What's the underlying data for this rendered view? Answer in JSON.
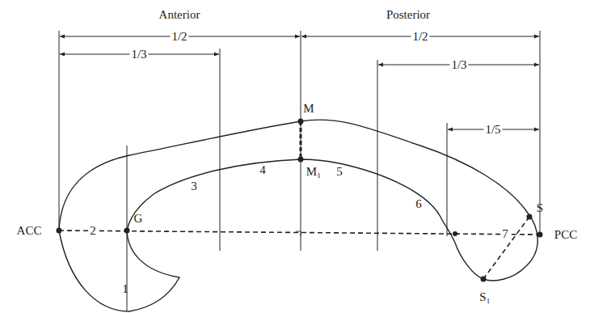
{
  "diagram": {
    "labels": [
      "Anterior",
      "Posterior",
      "1/2",
      "1/2",
      "1/3",
      "1/3",
      "1/5",
      "M",
      "M₁",
      "ACC",
      "G",
      "2",
      "3",
      "4",
      "5",
      "6",
      "1",
      "7",
      "PCC",
      "S",
      "S₁"
    ]
  }
}
